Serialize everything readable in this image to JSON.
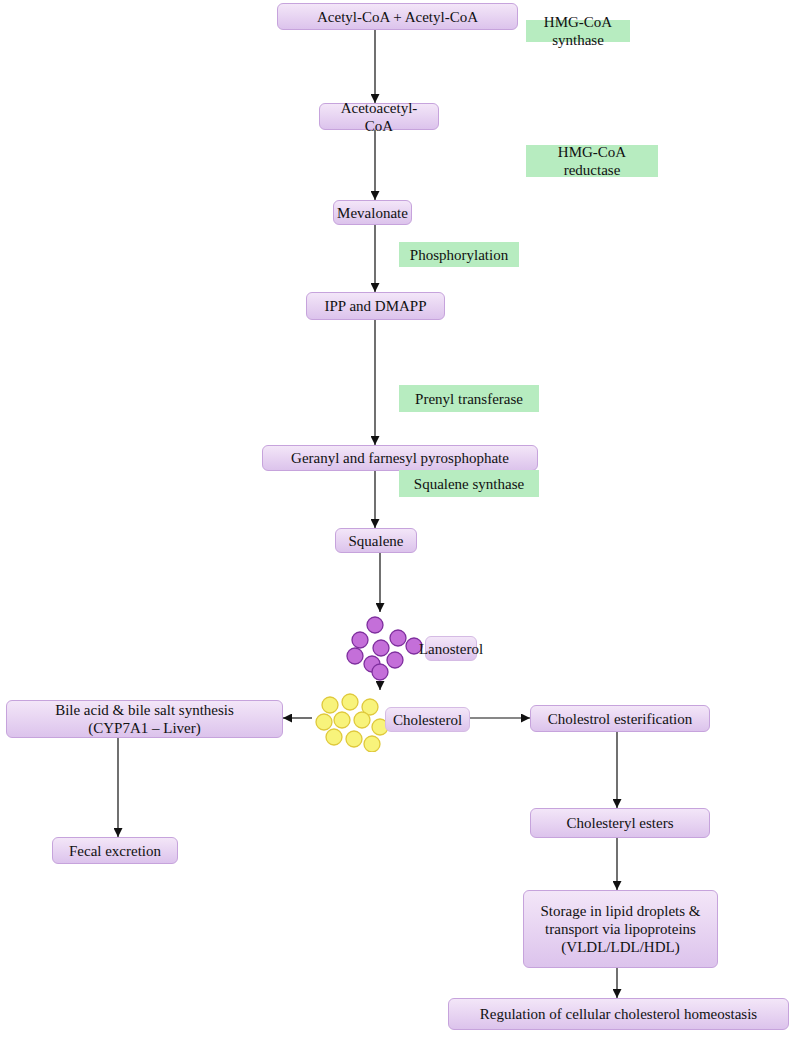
{
  "diagram": {
    "nodes": [
      {
        "text": [
          "Acetyl-CoA + Acetyl-CoA"
        ]
      },
      {
        "text": [
          "HMG-CoA synthase"
        ]
      },
      {
        "text": [
          "Acetoacetyl-CoA"
        ]
      },
      {
        "text": [
          "HMG-CoA reductase"
        ]
      },
      {
        "text": [
          "Mevalonate"
        ]
      },
      {
        "text": [
          "Phosphorylation"
        ]
      },
      {
        "text": [
          "IPP and DMAPP"
        ]
      },
      {
        "text": [
          "Prenyl transferase"
        ]
      },
      {
        "text": [
          "Geranyl and farnesyl pyrosphophate"
        ]
      },
      {
        "text": [
          "Squalene synthase"
        ]
      },
      {
        "text": [
          "Squalene"
        ]
      },
      {
        "text": [
          "Lanosterol"
        ]
      },
      {
        "text": [
          "Bile acid & bile salt synthesis (CYP7A1 – Liver)"
        ]
      },
      {
        "text": [
          "Cholesterol"
        ]
      },
      {
        "text": [
          "Cholestrol esterification"
        ]
      },
      {
        "text": [
          "Fecal excretion"
        ]
      },
      {
        "text": [
          "Cholesteryl esters"
        ]
      },
      {
        "text": [
          "Storage in lipid droplets & transport via lipoproteins (VLDL/LDL/HDL)"
        ]
      },
      {
        "text": [
          "Regulation of cellular cholesterol homeostasis"
        ]
      }
    ],
    "edges": [
      {
        "from": 0,
        "to": 2,
        "arrow": "to"
      },
      {
        "from": 2,
        "to": 4,
        "arrow": "to"
      },
      {
        "from": 4,
        "to": 6,
        "arrow": "to"
      },
      {
        "from": 6,
        "to": 8,
        "arrow": "to"
      },
      {
        "from": 8,
        "to": 10,
        "arrow": "to"
      },
      {
        "from": 10,
        "to": 11,
        "arrow": "to"
      },
      {
        "from": 11,
        "to": 13,
        "arrow": "to"
      },
      {
        "from": 13,
        "to": 12,
        "arrow": "to"
      },
      {
        "from": 13,
        "to": 14,
        "arrow": "to"
      },
      {
        "from": 12,
        "to": 15,
        "arrow": "to"
      },
      {
        "from": 14,
        "to": 16,
        "arrow": "to"
      },
      {
        "from": 16,
        "to": 17,
        "arrow": "to"
      },
      {
        "from": 17,
        "to": 18,
        "arrow": "to"
      }
    ]
  }
}
